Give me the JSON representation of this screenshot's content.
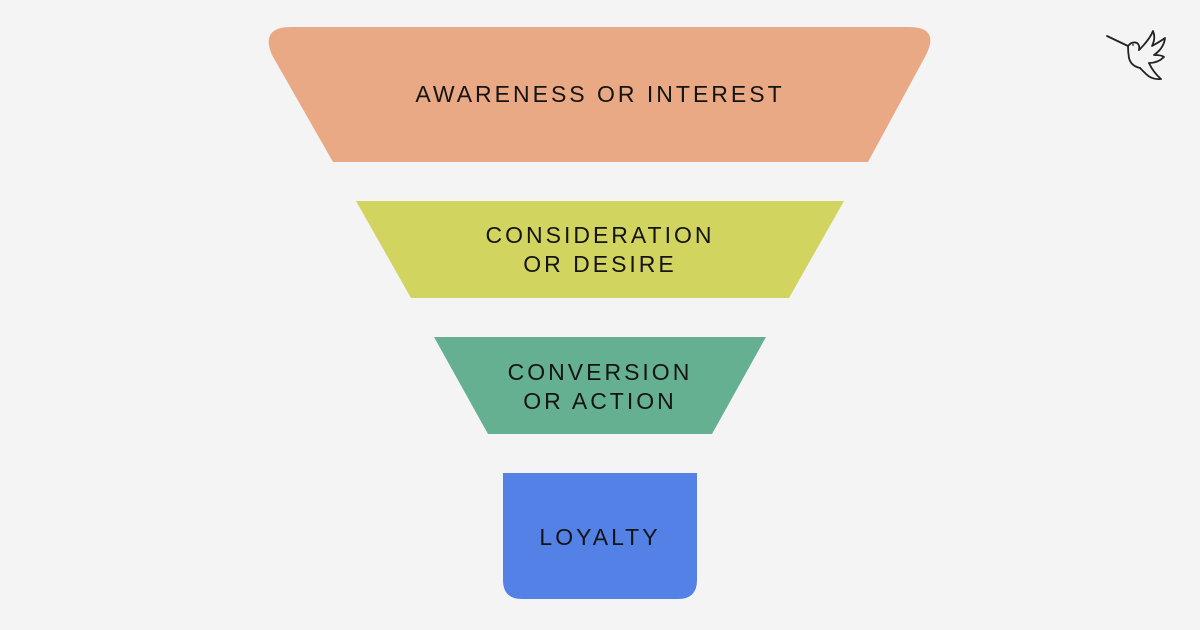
{
  "funnel": {
    "stages": [
      {
        "lines": [
          "AWARENESS OR INTEREST"
        ],
        "color": "#eaa985"
      },
      {
        "lines": [
          "CONSIDERATION",
          "OR DESIRE"
        ],
        "color": "#d2d460"
      },
      {
        "lines": [
          "CONVERSION",
          "OR ACTION"
        ],
        "color": "#66b092"
      },
      {
        "lines": [
          "LOYALTY"
        ],
        "color": "#5381e6"
      }
    ]
  },
  "logo": {
    "icon": "hummingbird-icon"
  }
}
